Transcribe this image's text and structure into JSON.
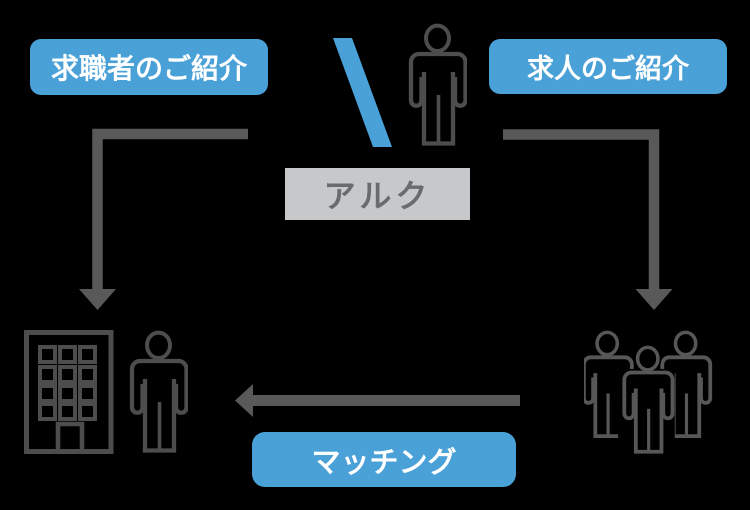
{
  "badges": {
    "job_seeker_intro": "求職者のご紹介",
    "job_opening_intro": "求人のご紹介",
    "matching": "マッチング"
  },
  "logo": {
    "caption": "アルク"
  },
  "icons": {
    "center_logo": "triangle-a-logo-mark",
    "center_person": "person-icon",
    "bottom_left_building": "building-icon",
    "bottom_left_person": "person-icon",
    "bottom_right_group": "people-group-icon",
    "left_arrow": "elbow-arrow-down-left",
    "right_arrow": "elbow-arrow-down-right",
    "matching_arrow": "arrow-left"
  },
  "colors": {
    "background": "#000000",
    "accent_blue": "#4AA1D8",
    "badge_text": "#FFFFFF",
    "arrow_gray": "#595959",
    "icon_gray": "#4D4D4D",
    "group_gray": "#575757",
    "logo_light_gray": "#C9C9C9",
    "caption_bg": "#C7C8C9",
    "caption_text": "#696C6E"
  }
}
